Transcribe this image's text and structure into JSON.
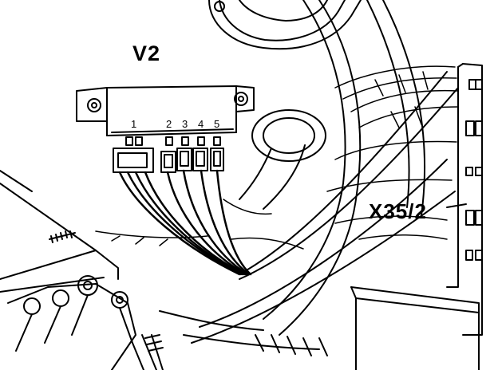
{
  "labels": {
    "component": "V2",
    "connector": "X35/2"
  },
  "pin_numbers": [
    "1",
    "2",
    "3",
    "4",
    "5"
  ],
  "colors": {
    "line": "#000000",
    "background": "#ffffff"
  }
}
